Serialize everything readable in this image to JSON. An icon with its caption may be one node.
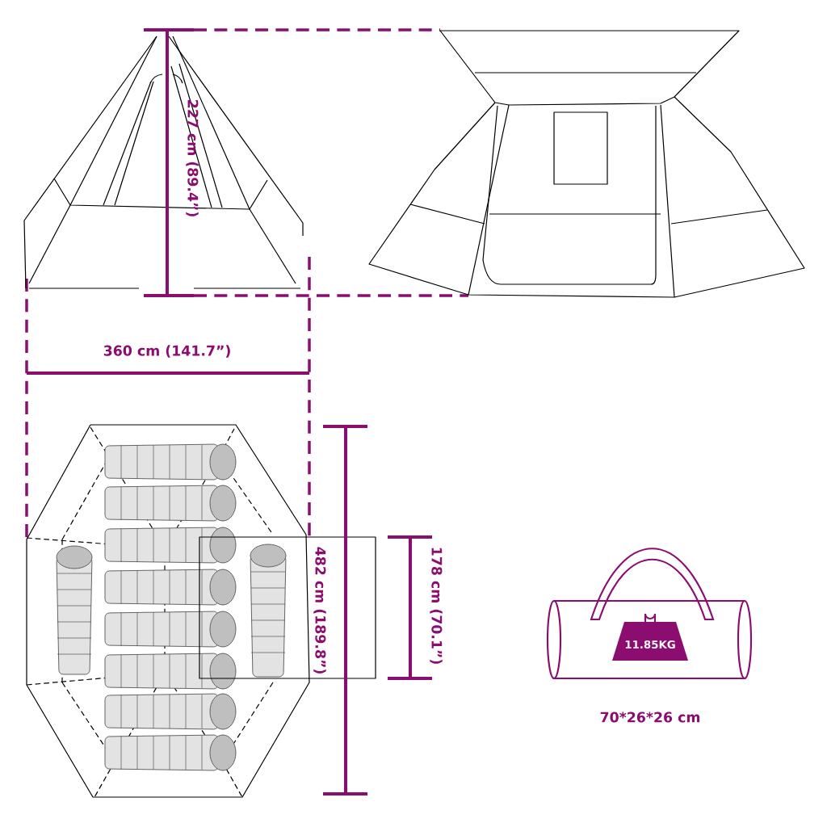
{
  "diagram": {
    "nodes": [
      {
        "text": [
          "11.85KG"
        ]
      }
    ],
    "labels": [
      "227 cm (89.4”)",
      "360 cm (141.7”)",
      "482 cm (189.8”)",
      "178 cm (70.1”)",
      "70*26*26 cm"
    ]
  }
}
